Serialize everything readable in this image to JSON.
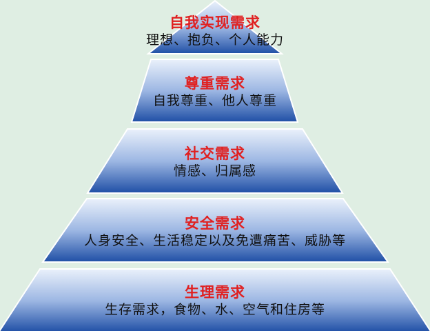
{
  "diagram": {
    "tiers": [
      {
        "title": "自我实现需求",
        "description": "理想、抱负、个人能力"
      },
      {
        "title": "尊重需求",
        "description": "自我尊重、他人尊重"
      },
      {
        "title": "社交需求",
        "description": "情感、归属感"
      },
      {
        "title": "安全需求",
        "description": "人身安全、生活稳定以及免遭痛苦、威胁等"
      },
      {
        "title": "生理需求",
        "description": "生存需求，食物、水、空气和住房等"
      }
    ],
    "colors": {
      "background": "#dfeee3",
      "tier_fill_top": "#eaf1fb",
      "tier_fill_bottom": "#1f4fa6",
      "tier_border": "#ffffff",
      "title_text": "#e02020",
      "description_text": "#111111"
    }
  }
}
